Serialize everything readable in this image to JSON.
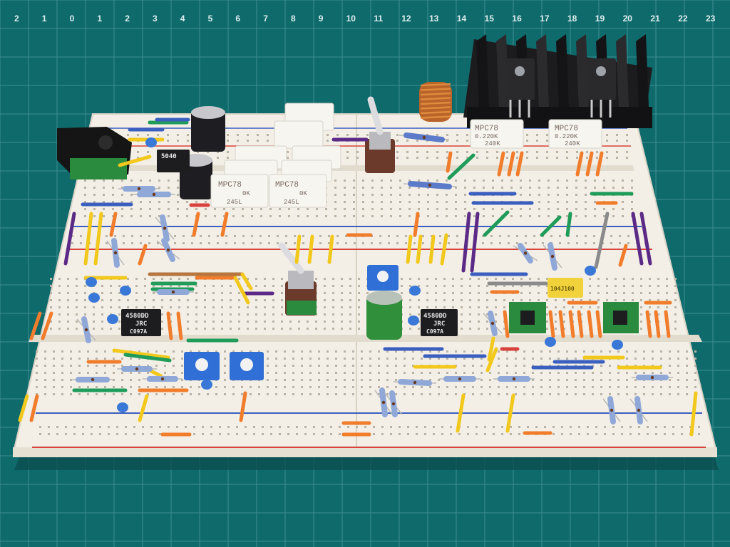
{
  "mat": {
    "ruler_numbers": [
      "2",
      "1",
      "0",
      "1",
      "2",
      "3",
      "4",
      "5",
      "6",
      "7",
      "8",
      "9",
      "10",
      "11",
      "12",
      "13",
      "14",
      "15",
      "16",
      "17",
      "18",
      "19",
      "20",
      "21",
      "22",
      "23",
      "24"
    ]
  },
  "components": {
    "op_amp_left": {
      "line1": "4580DD",
      "line2": "JRC",
      "line3": "C097A"
    },
    "op_amp_right": {
      "line1": "4580DD",
      "line2": "JRC",
      "line3": "C097A"
    },
    "small_chip": {
      "line1": "5040"
    },
    "film_cap": {
      "label": "104J100"
    },
    "res_top_left": {
      "line1": "MPC78",
      "line2": "0K",
      "line3": "245L"
    },
    "res_mid_left": {
      "line1": "MPC78",
      "line2": "0K",
      "line3": "245L"
    },
    "res_heatsink_left": {
      "line1": "MPC78",
      "line2": "0.220K",
      "line3": "240K"
    },
    "res_heatsink_right": {
      "line1": "MPC78",
      "line2": "0.220K",
      "line3": "240K"
    }
  },
  "colors": {
    "mat": "#0f6a6c",
    "board": "#f3efe6",
    "rail_red": "#d8423a",
    "rail_blue": "#3b5fbf",
    "heatsink": "#1c1c1e",
    "trimmer_blue": "#2f6fd6",
    "wire_orange": "#f07c2c",
    "wire_yellow": "#f2c81d",
    "wire_green": "#1f9b5a",
    "wire_purple": "#5b2a86"
  }
}
